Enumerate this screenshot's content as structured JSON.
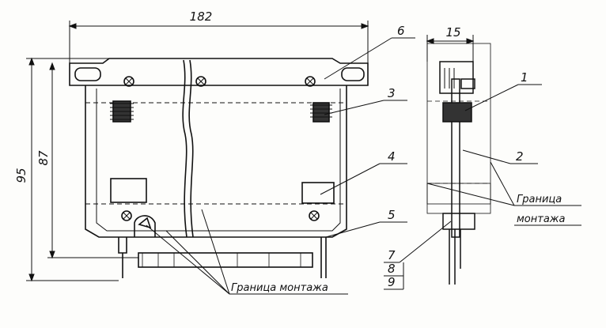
{
  "dimensions": {
    "overall_width": "182",
    "overall_height": "95",
    "inner_height": "87",
    "side_width": "15"
  },
  "callouts": [
    "1",
    "2",
    "3",
    "4",
    "5",
    "6",
    "7",
    "8",
    "9"
  ],
  "notes": {
    "boundary_front": "Граница монтажа",
    "boundary_side_line1": "Граница",
    "boundary_side_line2": "монтажа"
  }
}
